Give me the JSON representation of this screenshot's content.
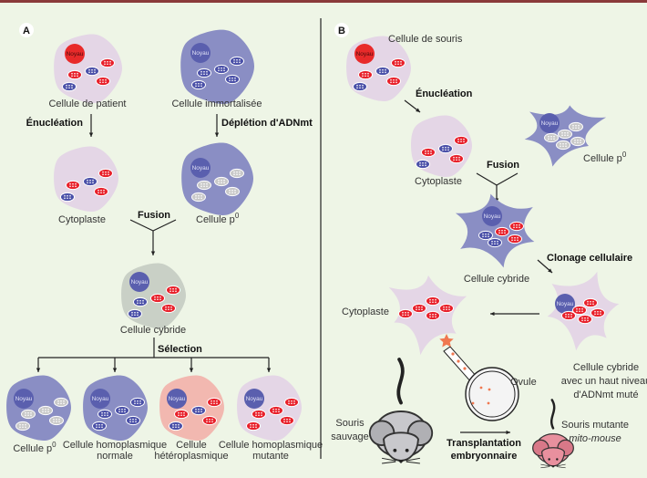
{
  "panels": {
    "a": {
      "letter": "A",
      "patient_cell": "Cellule de patient",
      "immortal_cell": "Cellule immortalisée",
      "enucleation": "Énucléation",
      "depletion": "Déplétion d'ADNmt",
      "cytoplast": "Cytoplaste",
      "rho0": "Cellule p",
      "rho0_sup": "0",
      "fusion": "Fusion",
      "cybrid": "Cellule cybride",
      "selection": "Sélection",
      "results": [
        {
          "line1": "Cellule p",
          "sup": "0",
          "line2": ""
        },
        {
          "line1": "Cellule homoplasmique",
          "line2": "normale"
        },
        {
          "line1": "Cellule",
          "line2": "hétéroplasmique"
        },
        {
          "line1": "Cellule homoplasmique",
          "line2": "mutante"
        }
      ]
    },
    "b": {
      "letter": "B",
      "mouse_cell": "Cellule de souris",
      "enucleation": "Énucléation",
      "cytoplast": "Cytoplaste",
      "rho0": "Cellule p",
      "rho0_sup": "0",
      "fusion": "Fusion",
      "cybrid": "Cellule cybride",
      "cloning": "Clonage cellulaire",
      "cybrid_high": [
        "Cellule cybride",
        "avec un haut niveau",
        "d'ADNmt muté"
      ],
      "cytoplast2": "Cytoplaste",
      "ovule": "Ovule",
      "wild_mouse": [
        "Souris",
        "sauvage"
      ],
      "transplant": [
        "Transplantation",
        "embryonnaire"
      ],
      "mutant_mouse": "Souris mutante",
      "mito_mouse": "mito-mouse"
    }
  },
  "nucleus_label": "Noyau",
  "colors": {
    "background": "#eef5e6",
    "border": "#8a3a3a",
    "lavender_cell": "#e4d6e6",
    "blue_cell": "#8a8ec4",
    "nucleus_blue": "#5a5fae",
    "nucleus_red": "#e82a2a",
    "mito_red": "#e8202a",
    "mito_blue": "#4a50a8",
    "mito_grey": "#c9c9c9",
    "cybrid_cell": "#c9d0c6",
    "hetero_cell": "#f2b8b0",
    "injection": "#f07850"
  }
}
